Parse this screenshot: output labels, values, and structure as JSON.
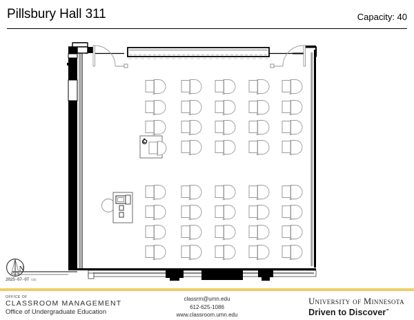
{
  "header": {
    "room_title": "Pillsbury Hall 311",
    "capacity_label": "Capacity: 40"
  },
  "plan": {
    "room_name": "Pillsbury Hall 311",
    "seat_count_total": 40,
    "upper_block": {
      "rows": 4,
      "cols": 5,
      "label": "student-seating-upper"
    },
    "lower_block": {
      "rows": 4,
      "cols": 5,
      "label": "student-seating-lower"
    },
    "accessible_station_label": "accessible-seating-station",
    "instructor_station_label": "instructor-station",
    "marker_board_label": "marker-board",
    "door_top_left_label": "door-top-left",
    "door_top_right_label": "door-top-right",
    "window_wall_label": "window-wall-left"
  },
  "compass": {
    "north_letter": "N",
    "date_stamp": "2025-07-07"
  },
  "footer": {
    "rule_color": "#EFCB6A",
    "office_small": "OFFICE OF",
    "office_main": "CLASSROOM MANAGEMENT",
    "office_sub": "Office of Undergraduate Education",
    "contact_email": "classrm@umn.edu",
    "contact_phone": "612-625-1086",
    "contact_web": "www.classroom.umn.edu",
    "umn_wordmark": "University of Minnesota",
    "umn_tagline": "Driven to Discover",
    "umn_tagline_mark": "℠"
  },
  "colors": {
    "wall_fill": "#000000",
    "furniture_stroke": "#8c8c8c",
    "accent_gold": "#EFCB6A"
  }
}
